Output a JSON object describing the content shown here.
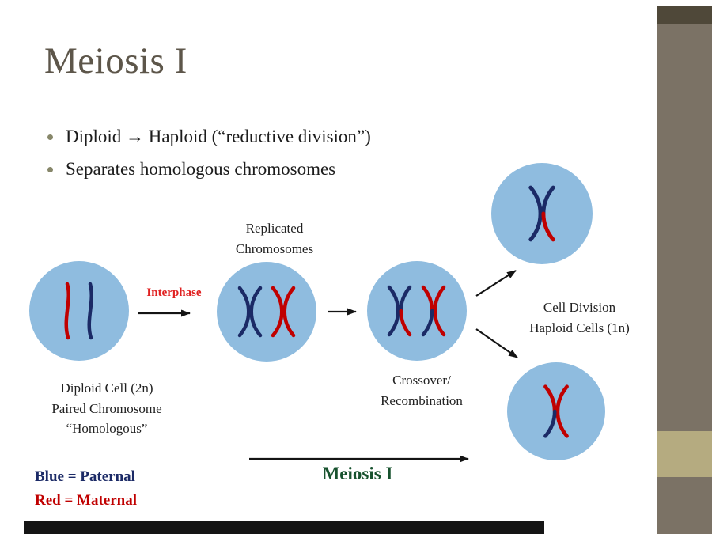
{
  "title": "Meiosis I",
  "bullets": [
    "Diploid → Haploid (“reductive division”)",
    "Separates homologous chromosomes"
  ],
  "diagram": {
    "replicated_label": "Replicated\nChromosomes",
    "interphase_label": "Interphase",
    "diploid_label": "Diploid Cell (2n)\nPaired Chromosome\n“Homologous”",
    "crossover_label": "Crossover/\nRecombination",
    "cell_division_label": "Cell Division\nHaploid Cells (1n)",
    "meiosis_arrow_label": "Meiosis I"
  },
  "legend": {
    "blue": "Blue = Paternal",
    "red": "Red = Maternal"
  },
  "colors": {
    "cell_fill": "#8fbcdf",
    "paternal_blue": "#1b2a66",
    "maternal_red": "#c00000",
    "interphase_red": "#e02020",
    "meiosis_green": "#17522e",
    "title": "#5d564a",
    "side_stripe": "#7b7265",
    "side_stripe_dark": "#4f4839",
    "side_stripe_accent": "#b5ab80"
  }
}
